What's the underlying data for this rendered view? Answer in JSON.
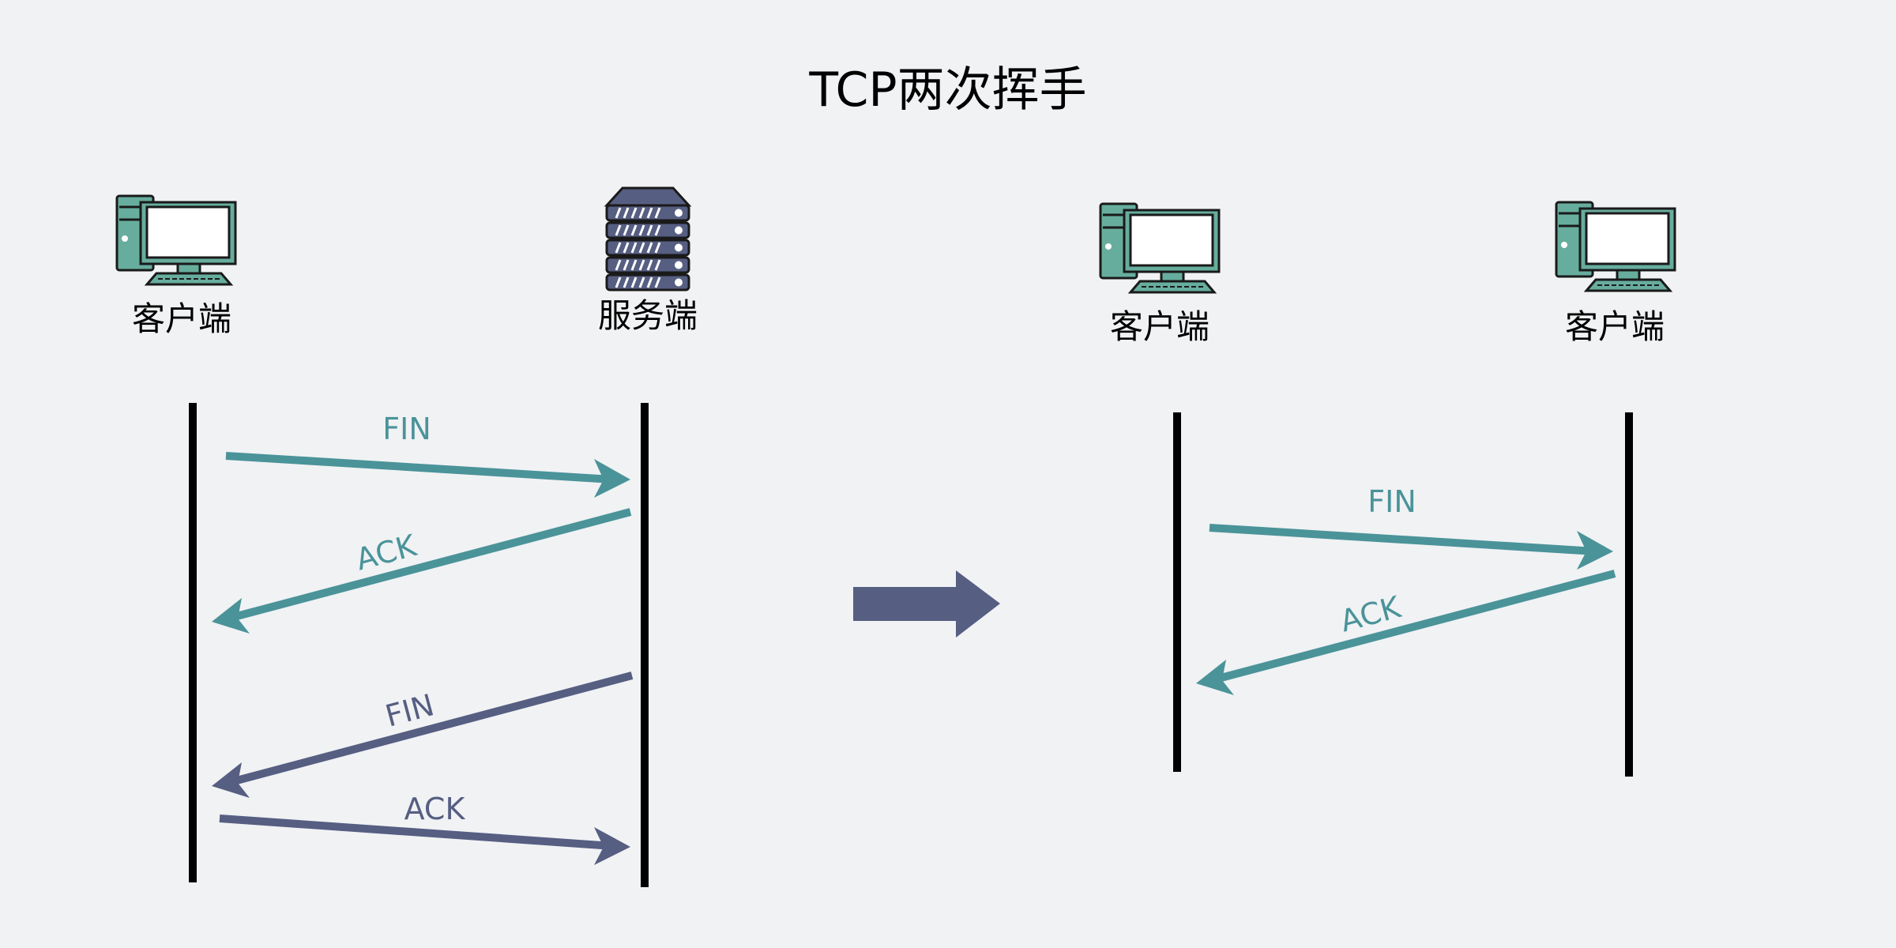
{
  "title": "TCP两次挥手",
  "colors": {
    "background": "#f0f2f4",
    "teal": "#4a9399",
    "slate": "#565e82",
    "lifeline": "#000000",
    "pc_body": "#67ad9e",
    "server_body": "#565e82",
    "screen": "#ffffff"
  },
  "left_panel": {
    "client": {
      "label": "客户端",
      "icon": "desktop-computer-icon"
    },
    "server": {
      "label": "服务端",
      "icon": "server-rack-icon"
    },
    "messages": [
      {
        "label": "FIN",
        "direction": "client-to-server",
        "color": "teal"
      },
      {
        "label": "ACK",
        "direction": "server-to-client",
        "color": "teal"
      },
      {
        "label": "FIN",
        "direction": "server-to-client",
        "color": "slate"
      },
      {
        "label": "ACK",
        "direction": "client-to-server",
        "color": "slate"
      }
    ]
  },
  "transition": {
    "icon": "block-arrow-right-icon",
    "color": "slate"
  },
  "right_panel": {
    "left_host": {
      "label": "客户端",
      "icon": "desktop-computer-icon"
    },
    "right_host": {
      "label": "客户端",
      "icon": "desktop-computer-icon"
    },
    "messages": [
      {
        "label": "FIN",
        "direction": "left-to-right",
        "color": "teal"
      },
      {
        "label": "ACK",
        "direction": "right-to-left",
        "color": "teal"
      }
    ]
  }
}
